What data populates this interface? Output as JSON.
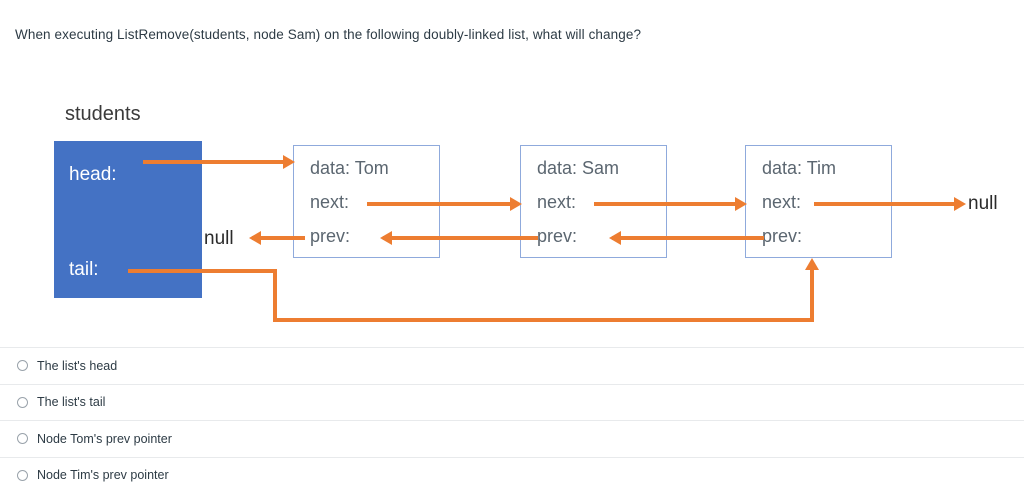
{
  "question": {
    "text": "When executing ListRemove(students, node Sam) on the following doubly-linked list, what will change?"
  },
  "diagram": {
    "list_label": "students",
    "list_object": {
      "head_label": "head:",
      "tail_label": "tail:"
    },
    "null_left": "null",
    "null_right": "null",
    "nodes": [
      {
        "data_label": "data: Tom",
        "next_label": "next:",
        "prev_label": "prev:"
      },
      {
        "data_label": "data: Sam",
        "next_label": "next:",
        "prev_label": "prev:"
      },
      {
        "data_label": "data: Tim",
        "next_label": "next:",
        "prev_label": "prev:"
      }
    ],
    "colors": {
      "list_object_fill": "#4472C4",
      "node_border": "#8FAADC",
      "arrow": "#ED7D31",
      "text_dark": "#2D3B45"
    }
  },
  "options": [
    {
      "label": "The list's head",
      "selected": false
    },
    {
      "label": "The list's tail",
      "selected": false
    },
    {
      "label": "Node Tom's prev pointer",
      "selected": false
    },
    {
      "label": "Node Tim's prev pointer",
      "selected": false
    }
  ]
}
